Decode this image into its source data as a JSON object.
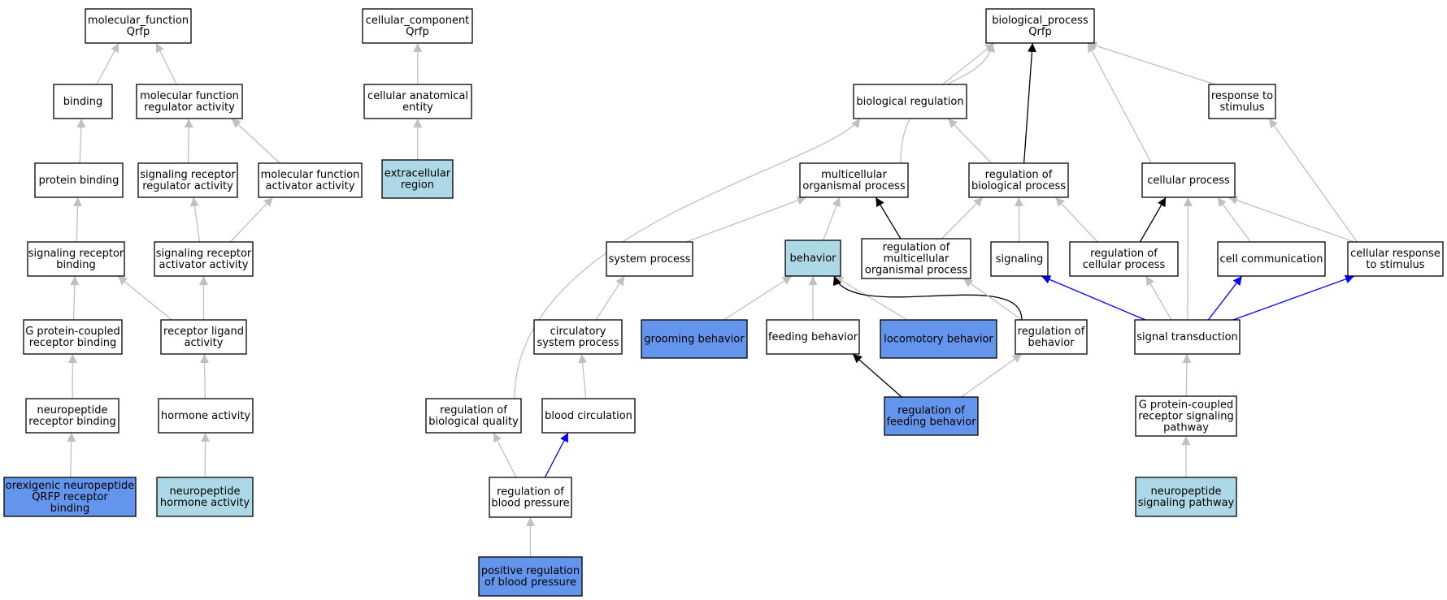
{
  "colors": {
    "plain": "#ffffff",
    "light": "#add8e6",
    "dark": "#6495ed",
    "edge_gray": "#c0c0c0",
    "edge_black": "#000000",
    "edge_blue": "#0000ff"
  },
  "nodes": [
    {
      "id": "mf",
      "lines": [
        "molecular_function",
        "Qrfp"
      ],
      "fill": "plain"
    },
    {
      "id": "binding",
      "lines": [
        "binding"
      ],
      "fill": "plain"
    },
    {
      "id": "mfra",
      "lines": [
        "molecular function",
        "regulator activity"
      ],
      "fill": "plain"
    },
    {
      "id": "pb",
      "lines": [
        "protein binding"
      ],
      "fill": "plain"
    },
    {
      "id": "srra",
      "lines": [
        "signaling receptor",
        "regulator activity"
      ],
      "fill": "plain"
    },
    {
      "id": "mfaa",
      "lines": [
        "molecular function",
        "activator activity"
      ],
      "fill": "plain"
    },
    {
      "id": "srb",
      "lines": [
        "signaling receptor",
        "binding"
      ],
      "fill": "plain"
    },
    {
      "id": "sraa",
      "lines": [
        "signaling receptor",
        "activator activity"
      ],
      "fill": "plain"
    },
    {
      "id": "gpcrb",
      "lines": [
        "G protein-coupled",
        "receptor binding"
      ],
      "fill": "plain"
    },
    {
      "id": "rla",
      "lines": [
        "receptor ligand",
        "activity"
      ],
      "fill": "plain"
    },
    {
      "id": "nrb",
      "lines": [
        "neuropeptide",
        "receptor binding"
      ],
      "fill": "plain"
    },
    {
      "id": "ha",
      "lines": [
        "hormone activity"
      ],
      "fill": "plain"
    },
    {
      "id": "onqrb",
      "lines": [
        "orexigenic neuropeptide",
        "QRFP receptor",
        "binding"
      ],
      "fill": "dark"
    },
    {
      "id": "nha",
      "lines": [
        "neuropeptide",
        "hormone activity"
      ],
      "fill": "light"
    },
    {
      "id": "cc",
      "lines": [
        "cellular_component",
        "Qrfp"
      ],
      "fill": "plain"
    },
    {
      "id": "cae",
      "lines": [
        "cellular anatomical",
        "entity"
      ],
      "fill": "plain"
    },
    {
      "id": "er",
      "lines": [
        "extracellular",
        "region"
      ],
      "fill": "light"
    },
    {
      "id": "bp",
      "lines": [
        "biological_process",
        "Qrfp"
      ],
      "fill": "plain"
    },
    {
      "id": "breg",
      "lines": [
        "biological regulation"
      ],
      "fill": "plain"
    },
    {
      "id": "rts",
      "lines": [
        "response to",
        "stimulus"
      ],
      "fill": "plain"
    },
    {
      "id": "mop",
      "lines": [
        "multicellular",
        "organismal process"
      ],
      "fill": "plain"
    },
    {
      "id": "rbp",
      "lines": [
        "regulation of",
        "biological process"
      ],
      "fill": "plain"
    },
    {
      "id": "cp",
      "lines": [
        "cellular process"
      ],
      "fill": "plain"
    },
    {
      "id": "sp",
      "lines": [
        "system process"
      ],
      "fill": "plain"
    },
    {
      "id": "beh",
      "lines": [
        "behavior"
      ],
      "fill": "light"
    },
    {
      "id": "rmop",
      "lines": [
        "regulation of",
        "multicellular",
        "organismal process"
      ],
      "fill": "plain"
    },
    {
      "id": "sig",
      "lines": [
        "signaling"
      ],
      "fill": "plain"
    },
    {
      "id": "rcp",
      "lines": [
        "regulation of",
        "cellular process"
      ],
      "fill": "plain"
    },
    {
      "id": "ccom",
      "lines": [
        "cell communication"
      ],
      "fill": "plain"
    },
    {
      "id": "crs",
      "lines": [
        "cellular response",
        "to stimulus"
      ],
      "fill": "plain"
    },
    {
      "id": "csp",
      "lines": [
        "circulatory",
        "system process"
      ],
      "fill": "plain"
    },
    {
      "id": "gb",
      "lines": [
        "grooming behavior"
      ],
      "fill": "dark"
    },
    {
      "id": "fb",
      "lines": [
        "feeding behavior"
      ],
      "fill": "plain"
    },
    {
      "id": "lb",
      "lines": [
        "locomotory behavior"
      ],
      "fill": "dark"
    },
    {
      "id": "rbeh",
      "lines": [
        "regulation of",
        "behavior"
      ],
      "fill": "plain"
    },
    {
      "id": "st",
      "lines": [
        "signal transduction"
      ],
      "fill": "plain"
    },
    {
      "id": "rbq",
      "lines": [
        "regulation of",
        "biological quality"
      ],
      "fill": "plain"
    },
    {
      "id": "bc",
      "lines": [
        "blood circulation"
      ],
      "fill": "plain"
    },
    {
      "id": "rfb",
      "lines": [
        "regulation of",
        "feeding behavior"
      ],
      "fill": "dark"
    },
    {
      "id": "gpcrsp",
      "lines": [
        "G protein-coupled",
        "receptor signaling",
        "pathway"
      ],
      "fill": "plain"
    },
    {
      "id": "rbpr",
      "lines": [
        "regulation of",
        "blood pressure"
      ],
      "fill": "plain"
    },
    {
      "id": "nsp",
      "lines": [
        "neuropeptide",
        "signaling pathway"
      ],
      "fill": "light"
    },
    {
      "id": "prbp",
      "lines": [
        "positive regulation",
        "of blood pressure"
      ],
      "fill": "dark"
    }
  ],
  "edges": [
    {
      "from": "binding",
      "to": "mf",
      "color": "edge_gray"
    },
    {
      "from": "mfra",
      "to": "mf",
      "color": "edge_gray"
    },
    {
      "from": "pb",
      "to": "binding",
      "color": "edge_gray"
    },
    {
      "from": "srra",
      "to": "mfra",
      "color": "edge_gray"
    },
    {
      "from": "mfaa",
      "to": "mfra",
      "color": "edge_gray"
    },
    {
      "from": "srb",
      "to": "pb",
      "color": "edge_gray"
    },
    {
      "from": "sraa",
      "to": "srra",
      "color": "edge_gray"
    },
    {
      "from": "sraa",
      "to": "mfaa",
      "color": "edge_gray"
    },
    {
      "from": "gpcrb",
      "to": "srb",
      "color": "edge_gray"
    },
    {
      "from": "rla",
      "to": "srb",
      "color": "edge_gray"
    },
    {
      "from": "rla",
      "to": "sraa",
      "color": "edge_gray"
    },
    {
      "from": "nrb",
      "to": "gpcrb",
      "color": "edge_gray"
    },
    {
      "from": "ha",
      "to": "rla",
      "color": "edge_gray"
    },
    {
      "from": "onqrb",
      "to": "nrb",
      "color": "edge_gray"
    },
    {
      "from": "nha",
      "to": "ha",
      "color": "edge_gray"
    },
    {
      "from": "cae",
      "to": "cc",
      "color": "edge_gray"
    },
    {
      "from": "er",
      "to": "cae",
      "color": "edge_gray"
    },
    {
      "from": "breg",
      "to": "bp",
      "color": "edge_gray"
    },
    {
      "from": "rts",
      "to": "bp",
      "color": "edge_gray"
    },
    {
      "from": "mop",
      "to": "bp",
      "color": "edge_gray",
      "curve": true
    },
    {
      "from": "rbp",
      "to": "bp",
      "color": "edge_black"
    },
    {
      "from": "cp",
      "to": "bp",
      "color": "edge_gray"
    },
    {
      "from": "rbp",
      "to": "breg",
      "color": "edge_gray"
    },
    {
      "from": "sp",
      "to": "mop",
      "color": "edge_gray"
    },
    {
      "from": "beh",
      "to": "mop",
      "color": "edge_gray"
    },
    {
      "from": "rmop",
      "to": "mop",
      "color": "edge_black"
    },
    {
      "from": "rmop",
      "to": "rbp",
      "color": "edge_gray"
    },
    {
      "from": "sig",
      "to": "rbp",
      "color": "edge_gray"
    },
    {
      "from": "rcp",
      "to": "rbp",
      "color": "edge_gray"
    },
    {
      "from": "rcp",
      "to": "cp",
      "color": "edge_black"
    },
    {
      "from": "ccom",
      "to": "cp",
      "color": "edge_gray"
    },
    {
      "from": "crs",
      "to": "cp",
      "color": "edge_gray"
    },
    {
      "from": "crs",
      "to": "rts",
      "color": "edge_gray"
    },
    {
      "from": "csp",
      "to": "sp",
      "color": "edge_gray"
    },
    {
      "from": "gb",
      "to": "beh",
      "color": "edge_gray"
    },
    {
      "from": "fb",
      "to": "beh",
      "color": "edge_gray"
    },
    {
      "from": "lb",
      "to": "beh",
      "color": "edge_gray"
    },
    {
      "from": "rbeh",
      "to": "beh",
      "color": "edge_black",
      "curve": true
    },
    {
      "from": "rbeh",
      "to": "rmop",
      "color": "edge_gray"
    },
    {
      "from": "st",
      "to": "sig",
      "color": "edge_blue"
    },
    {
      "from": "st",
      "to": "rcp",
      "color": "edge_gray"
    },
    {
      "from": "st",
      "to": "cp",
      "color": "edge_gray"
    },
    {
      "from": "st",
      "to": "ccom",
      "color": "edge_blue"
    },
    {
      "from": "st",
      "to": "crs",
      "color": "edge_blue"
    },
    {
      "from": "bc",
      "to": "csp",
      "color": "edge_gray"
    },
    {
      "from": "rfb",
      "to": "fb",
      "color": "edge_black"
    },
    {
      "from": "rfb",
      "to": "rbeh",
      "color": "edge_gray"
    },
    {
      "from": "gpcrsp",
      "to": "st",
      "color": "edge_gray"
    },
    {
      "from": "rbq",
      "to": "breg",
      "color": "edge_gray",
      "curve": true
    },
    {
      "from": "rbpr",
      "to": "rbq",
      "color": "edge_gray"
    },
    {
      "from": "rbpr",
      "to": "bc",
      "color": "edge_blue"
    },
    {
      "from": "nsp",
      "to": "gpcrsp",
      "color": "edge_gray"
    },
    {
      "from": "prbp",
      "to": "rbpr",
      "color": "edge_gray"
    }
  ]
}
